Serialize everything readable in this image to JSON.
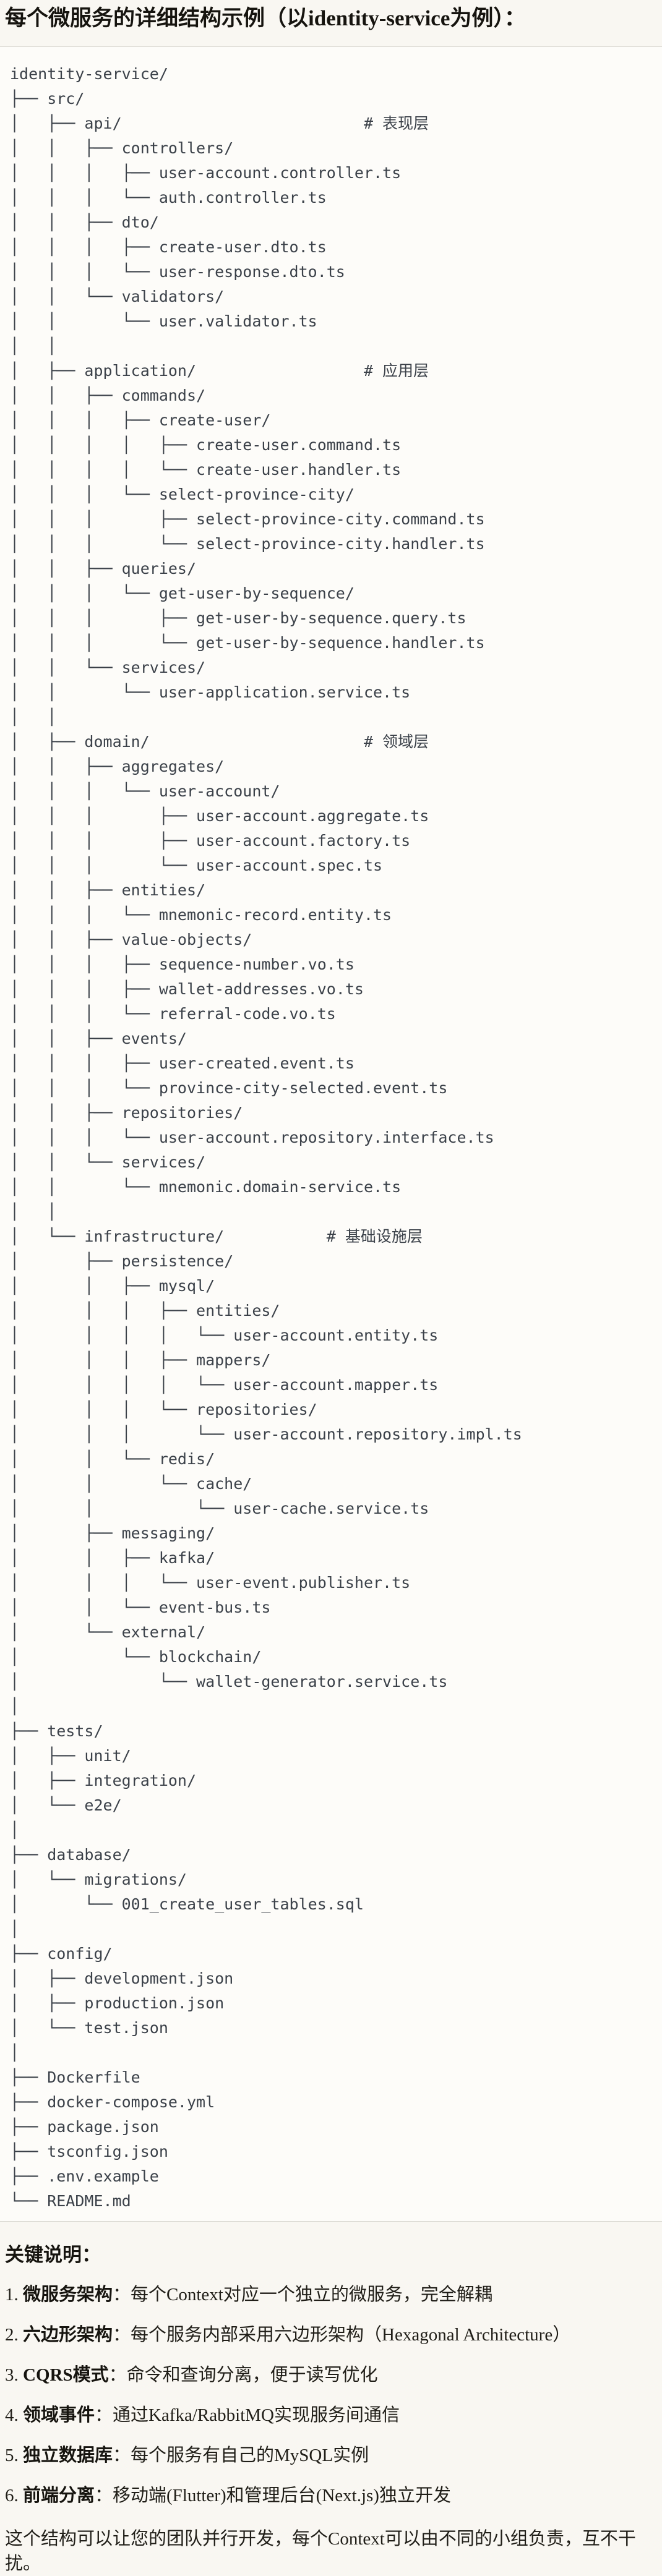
{
  "page": {
    "title": "每个微服务的详细结构示例（以identity-service为例）：",
    "tree": {
      "lines": [
        "identity-service/",
        "├── src/",
        "│   ├── api/                          # 表现层",
        "│   │   ├── controllers/",
        "│   │   │   ├── user-account.controller.ts",
        "│   │   │   └── auth.controller.ts",
        "│   │   ├── dto/",
        "│   │   │   ├── create-user.dto.ts",
        "│   │   │   └── user-response.dto.ts",
        "│   │   └── validators/",
        "│   │       └── user.validator.ts",
        "│   │",
        "│   ├── application/                  # 应用层",
        "│   │   ├── commands/",
        "│   │   │   ├── create-user/",
        "│   │   │   │   ├── create-user.command.ts",
        "│   │   │   │   └── create-user.handler.ts",
        "│   │   │   └── select-province-city/",
        "│   │   │       ├── select-province-city.command.ts",
        "│   │   │       └── select-province-city.handler.ts",
        "│   │   ├── queries/",
        "│   │   │   └── get-user-by-sequence/",
        "│   │   │       ├── get-user-by-sequence.query.ts",
        "│   │   │       └── get-user-by-sequence.handler.ts",
        "│   │   └── services/",
        "│   │       └── user-application.service.ts",
        "│   │",
        "│   ├── domain/                       # 领域层",
        "│   │   ├── aggregates/",
        "│   │   │   └── user-account/",
        "│   │   │       ├── user-account.aggregate.ts",
        "│   │   │       ├── user-account.factory.ts",
        "│   │   │       └── user-account.spec.ts",
        "│   │   ├── entities/",
        "│   │   │   └── mnemonic-record.entity.ts",
        "│   │   ├── value-objects/",
        "│   │   │   ├── sequence-number.vo.ts",
        "│   │   │   ├── wallet-addresses.vo.ts",
        "│   │   │   └── referral-code.vo.ts",
        "│   │   ├── events/",
        "│   │   │   ├── user-created.event.ts",
        "│   │   │   └── province-city-selected.event.ts",
        "│   │   ├── repositories/",
        "│   │   │   └── user-account.repository.interface.ts",
        "│   │   └── services/",
        "│   │       └── mnemonic.domain-service.ts",
        "│   │",
        "│   └── infrastructure/           # 基础设施层",
        "│       ├── persistence/",
        "│       │   ├── mysql/",
        "│       │   │   ├── entities/",
        "│       │   │   │   └── user-account.entity.ts",
        "│       │   │   ├── mappers/",
        "│       │   │   │   └── user-account.mapper.ts",
        "│       │   │   └── repositories/",
        "│       │   │       └── user-account.repository.impl.ts",
        "│       │   └── redis/",
        "│       │       └── cache/",
        "│       │           └── user-cache.service.ts",
        "│       ├── messaging/",
        "│       │   ├── kafka/",
        "│       │   │   └── user-event.publisher.ts",
        "│       │   └── event-bus.ts",
        "│       └── external/",
        "│           └── blockchain/",
        "│               └── wallet-generator.service.ts",
        "│",
        "├── tests/",
        "│   ├── unit/",
        "│   ├── integration/",
        "│   └── e2e/",
        "│",
        "├── database/",
        "│   └── migrations/",
        "│       └── 001_create_user_tables.sql",
        "│",
        "├── config/",
        "│   ├── development.json",
        "│   ├── production.json",
        "│   └── test.json",
        "│",
        "├── Dockerfile",
        "├── docker-compose.yml",
        "├── package.json",
        "├── tsconfig.json",
        "├── .env.example",
        "└── README.md"
      ]
    },
    "notes": {
      "heading": "关键说明：",
      "items": [
        {
          "num": "1. ",
          "label": "微服务架构",
          "text": "：每个Context对应一个独立的微服务，完全解耦"
        },
        {
          "num": "2. ",
          "label": "六边形架构",
          "text": "：每个服务内部采用六边形架构（Hexagonal Architecture）"
        },
        {
          "num": "3. ",
          "label": "CQRS模式",
          "text": "：命令和查询分离，便于读写优化"
        },
        {
          "num": "4. ",
          "label": "领域事件",
          "text": "：通过Kafka/RabbitMQ实现服务间通信"
        },
        {
          "num": "5. ",
          "label": "独立数据库",
          "text": "：每个服务有自己的MySQL实例"
        },
        {
          "num": "6. ",
          "label": "前端分离",
          "text": "：移动端(Flutter)和管理后台(Next.js)独立开发"
        }
      ],
      "footer": "这个结构可以让您的团队并行开发，每个Context可以由不同的小组负责，互不干扰。"
    }
  }
}
